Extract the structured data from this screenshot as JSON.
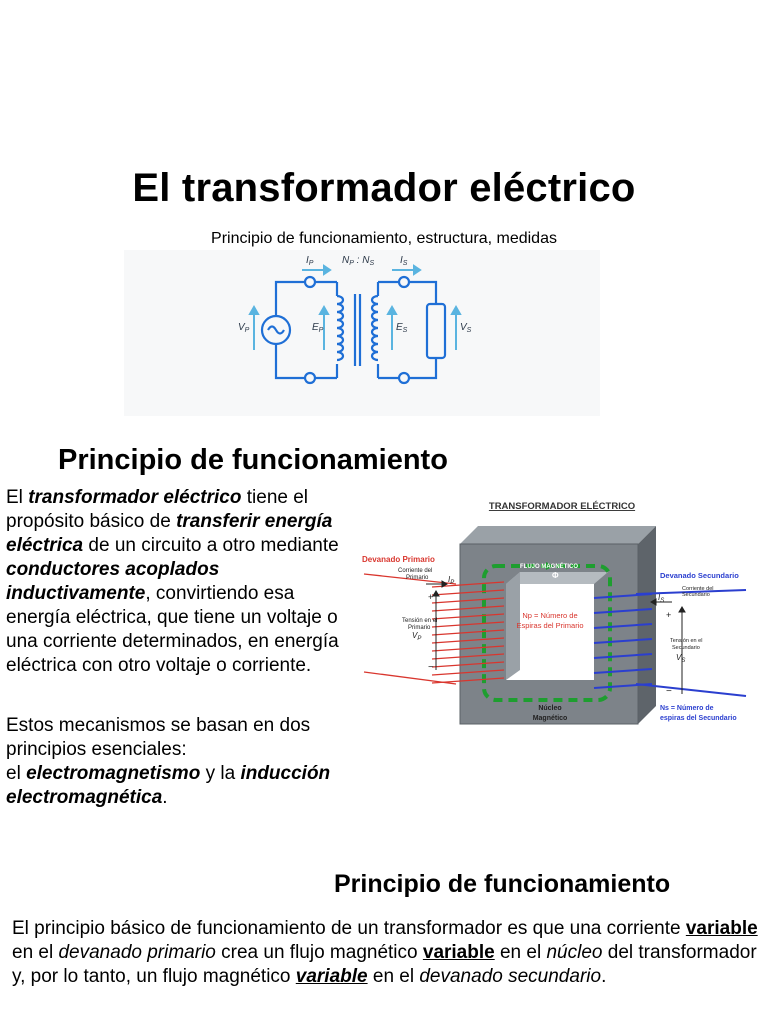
{
  "title": "El transformador eléctrico",
  "subtitle": "Principio de funcionamiento, estructura, medidas",
  "circuit": {
    "ip": "I",
    "ip_sub": "P",
    "ratio_np": "N",
    "ratio_np_sub": "P",
    "ratio_colon": " : ",
    "ratio_ns": "N",
    "ratio_ns_sub": "S",
    "is": "I",
    "is_sub": "S",
    "vp": "V",
    "vp_sub": "P",
    "ep": "E",
    "ep_sub": "P",
    "es": "E",
    "es_sub": "S",
    "vs": "V",
    "vs_sub": "S",
    "wire_color": "#1f6fd6",
    "arrow_color": "#5ab4e0"
  },
  "section1": {
    "heading": "Principio de funcionamiento",
    "p1": {
      "a": "El ",
      "b": "transformador eléctrico",
      "c": " tiene el propósito básico de ",
      "d": "transferir energía eléctrica",
      "e": " de un circuito a otro mediante ",
      "f": "conductores acoplados inductivamente",
      "g": ", convirtiendo esa energía eléctrica, que tiene un voltaje o una corriente determinados, en energía eléctrica con otro voltaje o corriente."
    },
    "p2": {
      "a": "Estos mecanismos se basan en dos principios esenciales:",
      "b": "el ",
      "c": "electromagnetismo",
      "d": " y la ",
      "e": "inducción electromagnética",
      "f": "."
    }
  },
  "diagram": {
    "title": "TRANSFORMADOR ELÉCTRICO",
    "devanado_primario": "Devanado Primario",
    "corriente_primario_1": "Corriente del",
    "corriente_primario_2": "Primario",
    "ip": "I",
    "ip_sub": "P",
    "tension_primario_1": "Tensión en el",
    "tension_primario_2": "Primario",
    "vp": "V",
    "vp_sub": "P",
    "flujo": "FLUJO MAGNÉTICO",
    "phi": "Φ",
    "np_1": "Np = Número de",
    "np_2": "Espiras del Primario",
    "nucleo_1": "Núcleo",
    "nucleo_2": "Magnético",
    "devanado_secundario": "Devanado Secundario",
    "corriente_secundario_1": "Corriente del",
    "corriente_secundario_2": "Secundario",
    "is": "I",
    "is_sub": "S",
    "tension_secundario_1": "Tensión en el",
    "tension_secundario_2": "Secundario",
    "vs": "V",
    "vs_sub": "S",
    "ns_1": "Ns = Número de",
    "ns_2": "espiras del Secundario",
    "plus": "+",
    "minus": "−",
    "core_color": "#7d8389",
    "primary_color": "#d9362e",
    "secondary_color": "#2b3fcf",
    "flux_color": "#1e9e2f"
  },
  "section2": {
    "heading": "Principio de funcionamiento",
    "p": {
      "a": "El principio básico de funcionamiento de un transformador es que una corriente ",
      "b": "variable",
      "c": " en el ",
      "d": "devanado primario",
      "e": " crea un flujo magnético ",
      "f": "variable",
      "g": " en el ",
      "h": "núcleo",
      "i": " del transformador y, por lo tanto, un flujo magnético ",
      "j": "variable",
      "k": " en el ",
      "l": "devanado secundario",
      "m": "."
    }
  }
}
